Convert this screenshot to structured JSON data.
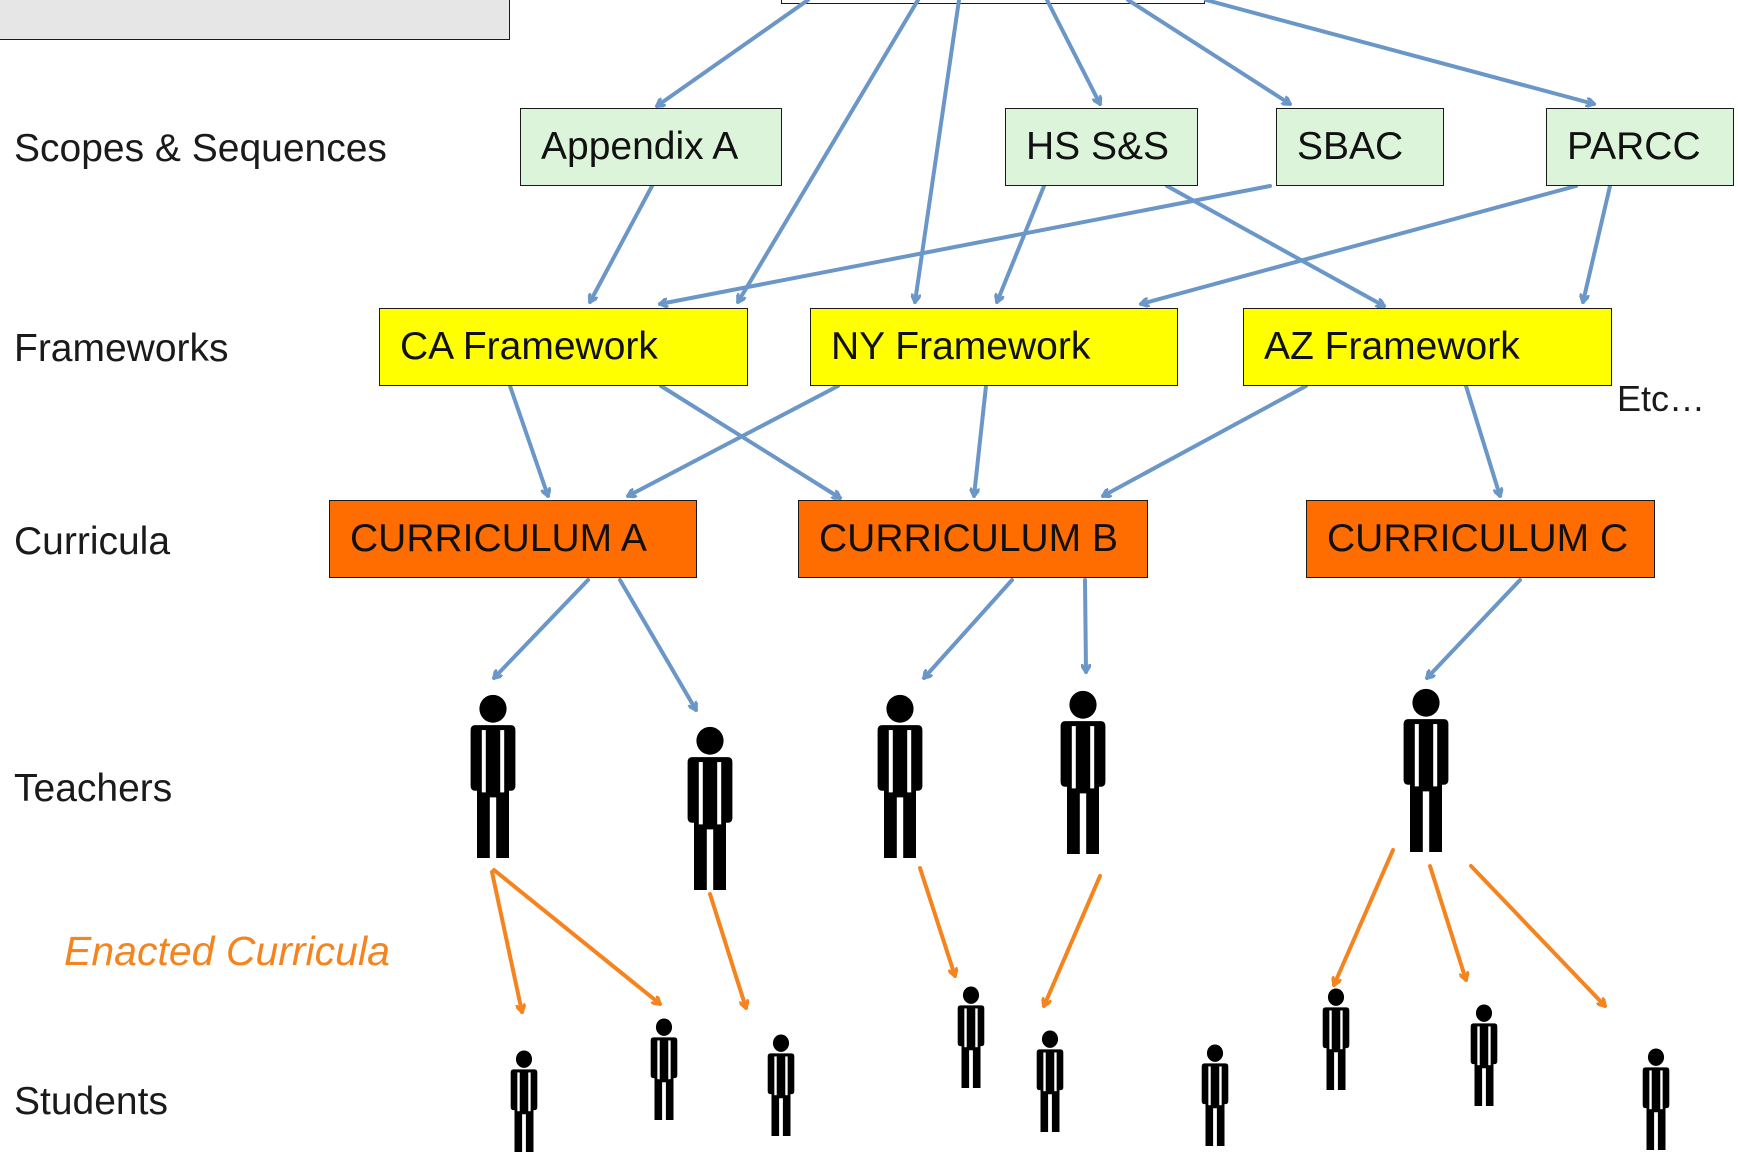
{
  "levels": {
    "scopes": "Scopes & Sequences",
    "frameworks": "Frameworks",
    "curricula": "Curricula",
    "teachers": "Teachers",
    "enacted": "Enacted Curricula",
    "students": "Students"
  },
  "scopes": [
    "Appendix A",
    "HS S&S",
    "SBAC",
    "PARCC"
  ],
  "frameworks": [
    "CA Framework",
    "NY Framework",
    "AZ Framework"
  ],
  "curricula": [
    "CURRICULUM A",
    "CURRICULUM B",
    "CURRICULUM C"
  ],
  "etc_label": "Etc…",
  "colors": {
    "scope_fill": "#dcf5da",
    "framework_fill": "#ffff00",
    "curriculum_fill": "#ff6d00",
    "blue_arrow": "#6b96c8",
    "orange_arrow": "#f5841f",
    "person": "#000000"
  }
}
